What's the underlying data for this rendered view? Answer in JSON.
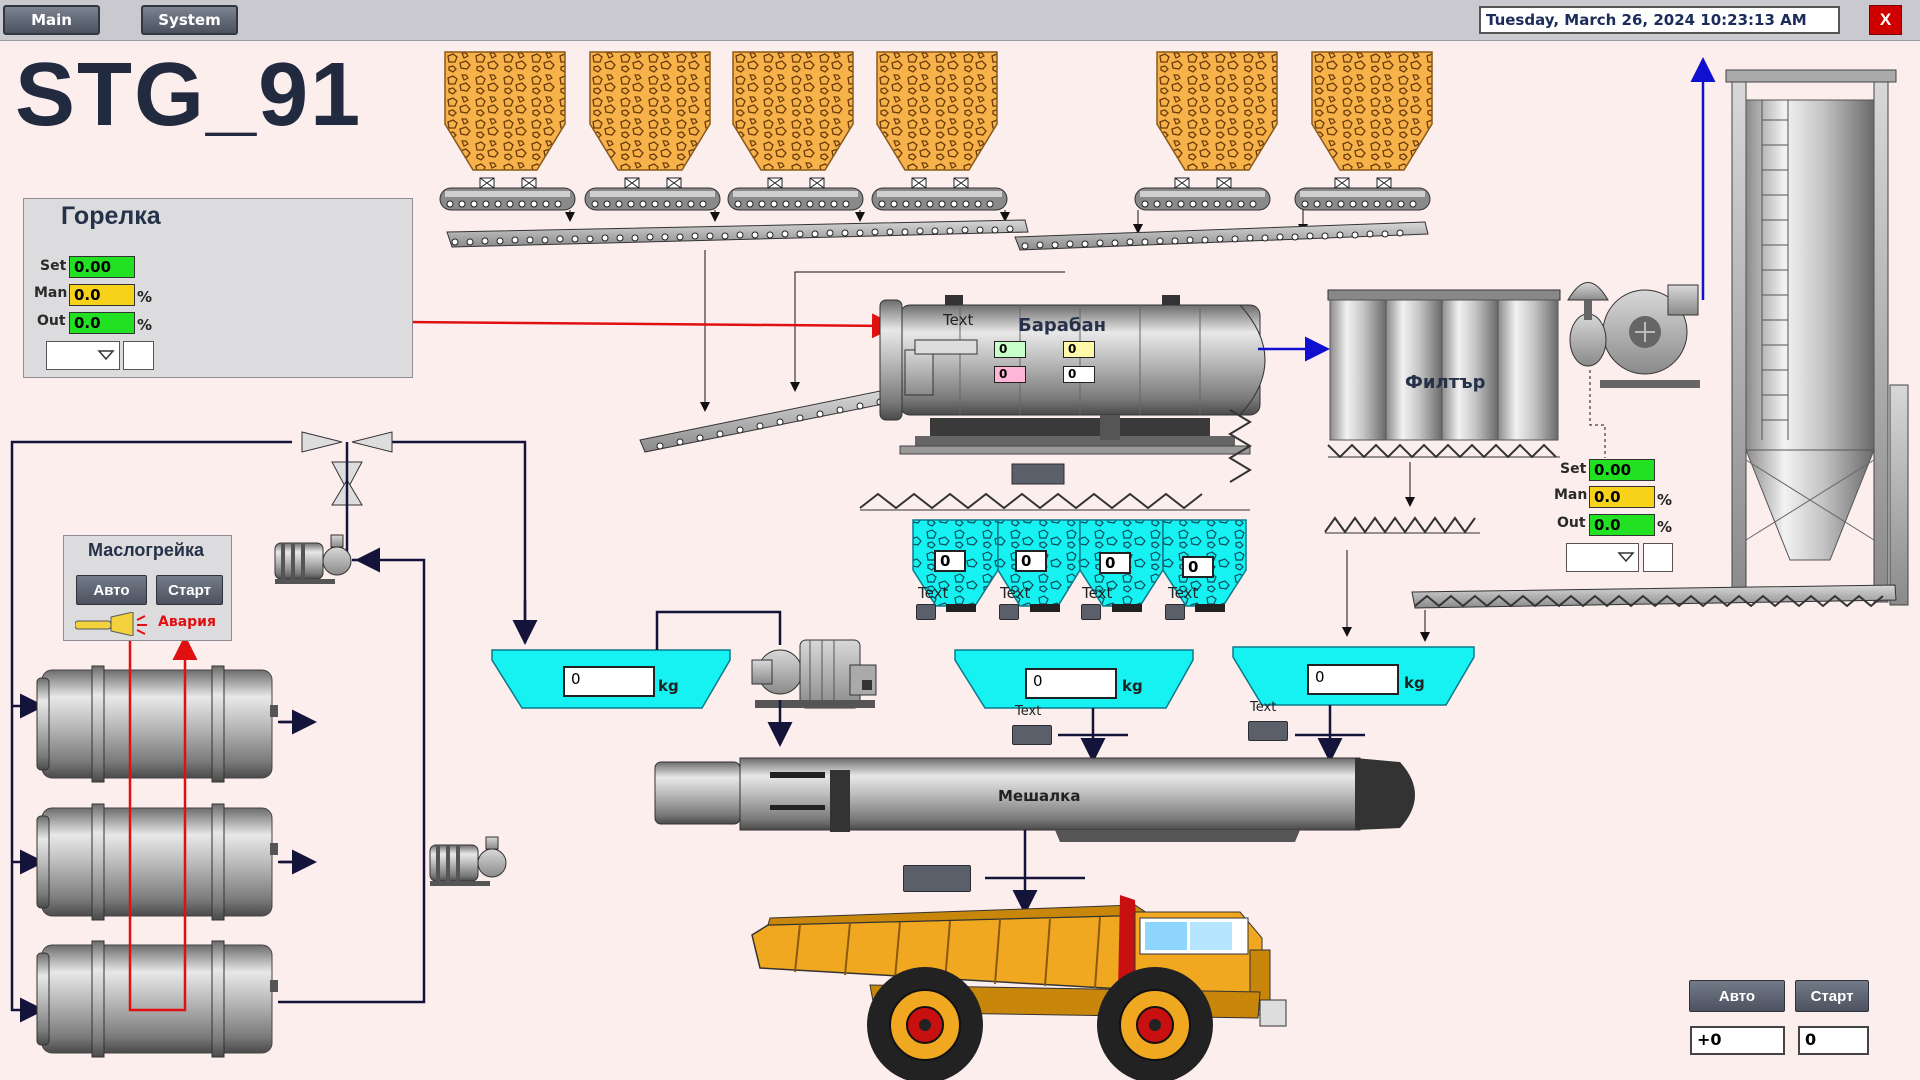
{
  "topbar": {
    "main_label": "Main",
    "system_label": "System",
    "datetime": "Tuesday, March 26, 2024 10:23:13 AM",
    "close_label": "X"
  },
  "page_title": "STG_91",
  "burner": {
    "title": "Горелка",
    "set_label": "Set",
    "set_value": "0.00",
    "man_label": "Man",
    "man_value": "0.0",
    "man_unit": "%",
    "out_label": "Out",
    "out_value": "0.0",
    "out_unit": "%"
  },
  "oil_heater": {
    "title": "Маслогрейка",
    "auto_label": "Авто",
    "start_label": "Старт",
    "alarm_label": "Авария"
  },
  "drum": {
    "label": "Барабан",
    "text_label": "Text",
    "values": [
      "0",
      "0",
      "0",
      "0"
    ]
  },
  "filter": {
    "label": "Филтър",
    "set_label": "Set",
    "set_value": "0.00",
    "man_label": "Man",
    "man_value": "0.0",
    "man_unit": "%",
    "out_label": "Out",
    "out_value": "0.0",
    "out_unit": "%"
  },
  "hot_bins": [
    {
      "value": "0",
      "text": "Text"
    },
    {
      "value": "0",
      "text": "Text"
    },
    {
      "value": "0",
      "text": "Text"
    },
    {
      "value": "0",
      "text": "Text"
    }
  ],
  "scales": [
    {
      "value": "0",
      "unit": "kg"
    },
    {
      "value": "0",
      "unit": "kg",
      "text": "Text"
    },
    {
      "value": "0",
      "unit": "kg",
      "text": "Text"
    }
  ],
  "mixer": {
    "label": "Мешалка"
  },
  "bottom_controls": {
    "auto_label": "Авто",
    "start_label": "Старт",
    "value_1": "+0",
    "value_2": "0"
  },
  "colors": {
    "aggregate": "#f7b34a",
    "hot_bin": "#16f2f2",
    "scale": "#16f2f2",
    "set_green": "#22e022",
    "man_yellow": "#f8d21a",
    "burner_line": "#e01010",
    "air_line": "#1010d0",
    "truck": "#f0a820"
  }
}
